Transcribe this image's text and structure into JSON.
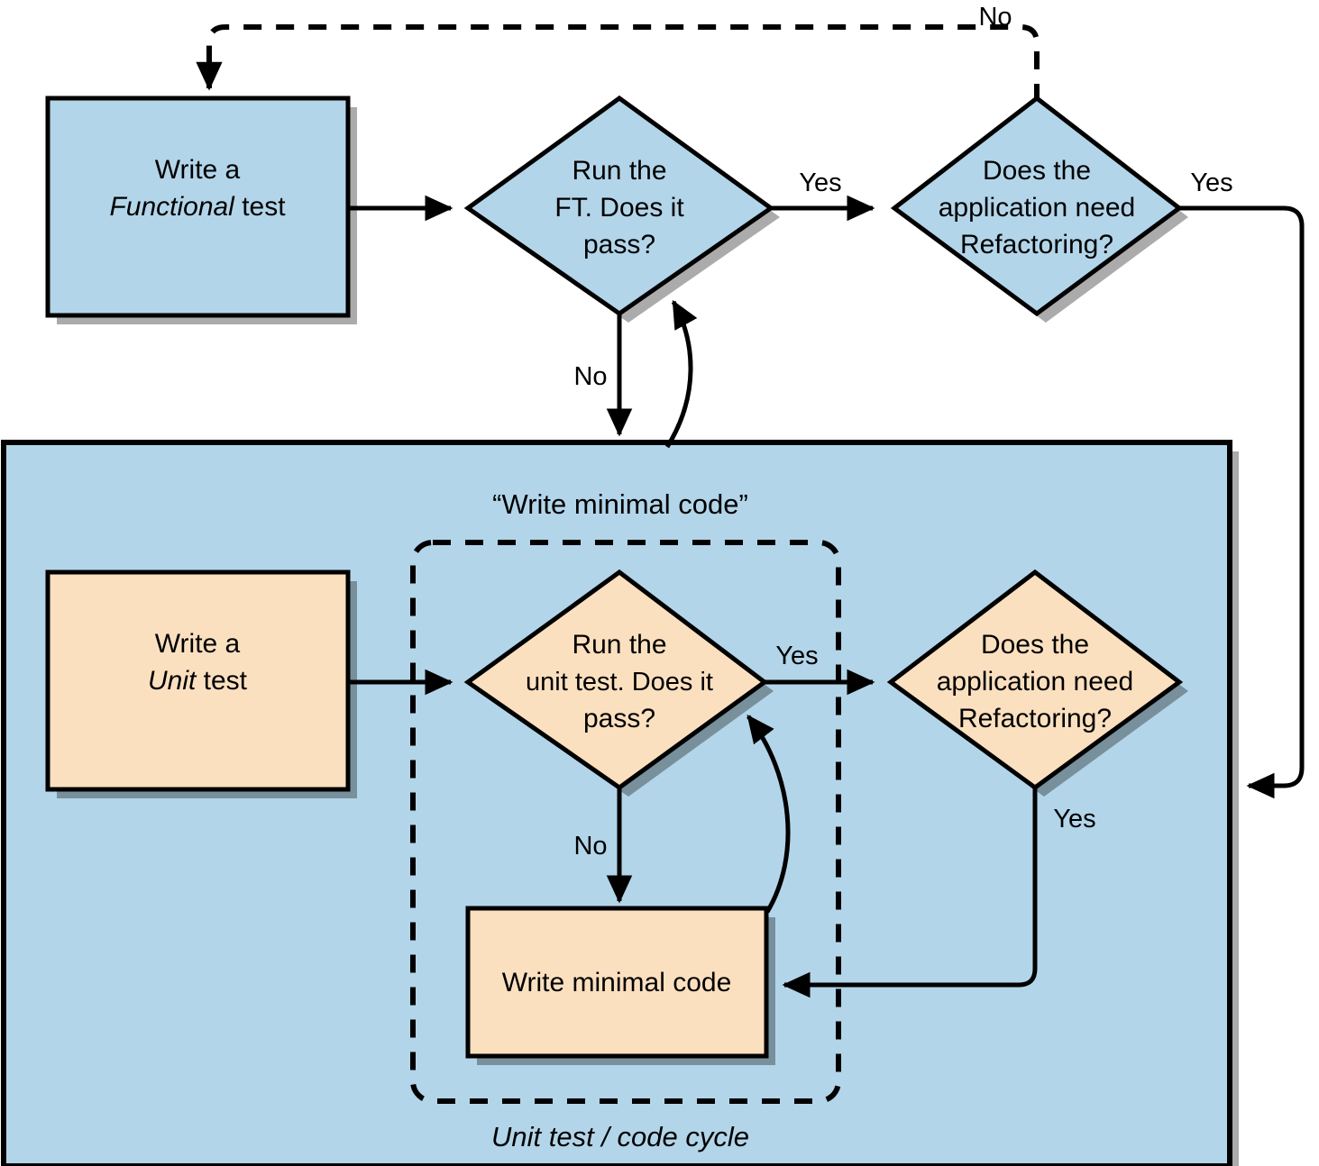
{
  "diagram": {
    "title": "TDD double-loop flowchart",
    "colors": {
      "functional_fill": "#b3d5e9",
      "unit_fill": "#fbe0c0",
      "stroke": "#000000",
      "background": "#ffffff"
    },
    "outer_loop": {
      "write_functional_test": {
        "line1": "Write a",
        "line2_italic": "Functional",
        "line2_rest": " test"
      },
      "run_ft": {
        "line1": "Run the",
        "line2": "FT. Does it",
        "line3": "pass?"
      },
      "needs_refactoring": {
        "line1": "Does the",
        "line2": "application need",
        "line3": "Refactoring?"
      },
      "labels": {
        "ft_yes": "Yes",
        "ft_no": "No",
        "refactor_yes": "Yes",
        "refactor_no": "No"
      }
    },
    "inner_panel": {
      "caption_top": "“Write minimal code”",
      "caption_bottom": "Unit test / code cycle",
      "write_unit_test": {
        "line1": "Write a",
        "line2_italic": "Unit",
        "line2_rest": " test"
      },
      "run_unit_test": {
        "line1": "Run the",
        "line2": "unit test. Does it",
        "line3": "pass?"
      },
      "needs_refactoring": {
        "line1": "Does the",
        "line2": "application need",
        "line3": "Refactoring?"
      },
      "write_minimal_code": "Write minimal code",
      "labels": {
        "ut_yes": "Yes",
        "ut_no": "No",
        "refactor_yes": "Yes"
      }
    }
  }
}
